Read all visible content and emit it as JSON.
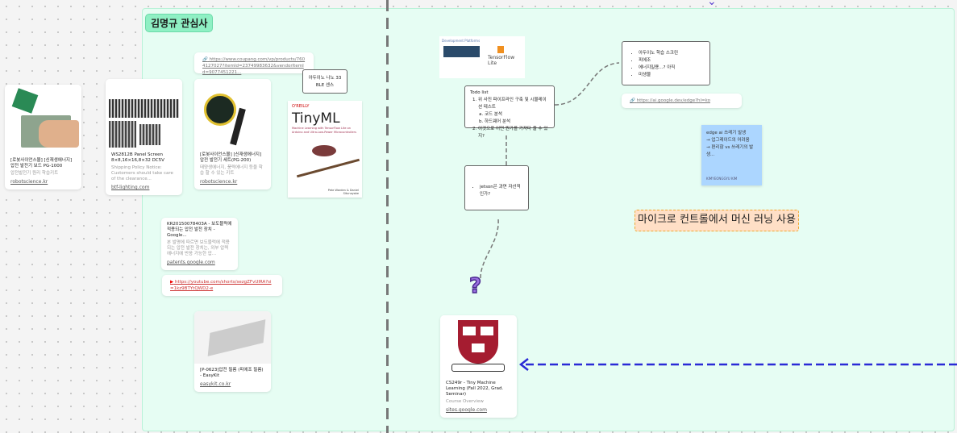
{
  "section": {
    "title": "김명규 관심사"
  },
  "cards": [
    {
      "title": "[로봇사이언스몰] [신재생에너지] 압전 발전기 보드 PG-1000",
      "desc": "압전발전기 원리 학습키트",
      "source": "robotscience.kr"
    },
    {
      "title": "WS2812B Panel Screen 8×8,16×16,8×32 DC5V",
      "desc": "Shipping Policy Notice: Customers should take care of the clearance...",
      "source": "btf-lighting.com"
    },
    {
      "title": "[로봇사이언스몰] [신재생에너지] 압전 발전기 세트(PG-200)",
      "desc": "태양생에너지, 풍력에너지 등을 학습 할 수 있는 키트",
      "source": "robotscience.kr"
    },
    {
      "title": "KR20150078403A - 보도블럭에 적용되는 압전 발전 장치 - Google...",
      "desc": "본 발명에 따르면 보도블럭에 적용되는 압전 발전 장치는, 외부 압력 에너지에 반응 가능한 압...",
      "source": "patents.google.com"
    },
    {
      "title": "[P-0623]압전 필름 (피에조 필름) - EasyKit",
      "desc": "",
      "source": "easykit.co.kr"
    },
    {
      "title": "CS249r - Tiny Machine Learning (Fall 2022, Grad. Seminar)",
      "desc": "Course Overview",
      "source": "sites.google.com"
    }
  ],
  "links": {
    "coupang": "https://www.coupang.com/vp/products/7604127027?itemId=23749983632&vendorItemId=9077451221...",
    "youtube": "https://youtube.com/shorts/sezgZFvUlRA?si=1kz9BTYtQWD2-e",
    "edge": "https://ai.google.dev/edge?hl=ko"
  },
  "book": {
    "publisher": "O'REILLY",
    "title": "TinyML",
    "subtitle": "Machine Learning with TensorFlow Lite on Arduino and Ultra-Low-Power Microcontrollers",
    "authors": "Pete Warden & Daniel Situnayake"
  },
  "ble_note": "아두이노 나노 33 BLE 센스",
  "slide": {
    "heading": "Development Platforms",
    "tf": "TensorFlow Lite"
  },
  "todo": {
    "title": "Todo list",
    "items": [
      "위 사진 파이프라인 구축 및 시뮬레이션 테스트",
      "이것으로 어떤 뭔가를 가져다 줄 수 있지?"
    ],
    "subitems": [
      "코드 분석",
      "하드웨어 분석"
    ]
  },
  "bullets": [
    "아두이노 학습 스크린",
    "피에조",
    "에너지밀용...? 아직",
    "미생물"
  ],
  "jetson": "jetson은 과연 자선적인가?",
  "sticky": {
    "lines": [
      "edge ai 쓰레기 발생",
      "→ 업그레이드의 어려움",
      "→ 편리함 vs 쓰레기의 발생..."
    ],
    "author": "KIMYEONGGYU KIM"
  },
  "banner": "마이크로 컨트롤에서 머신 러닝 사용",
  "colors": {
    "section": "#e6fdf3",
    "label": "#8ff0c4",
    "sticky": "#acd6ff",
    "banner": "#ffdfc6",
    "arrow": "#2a2ad6",
    "question": "#8a5cd6"
  }
}
